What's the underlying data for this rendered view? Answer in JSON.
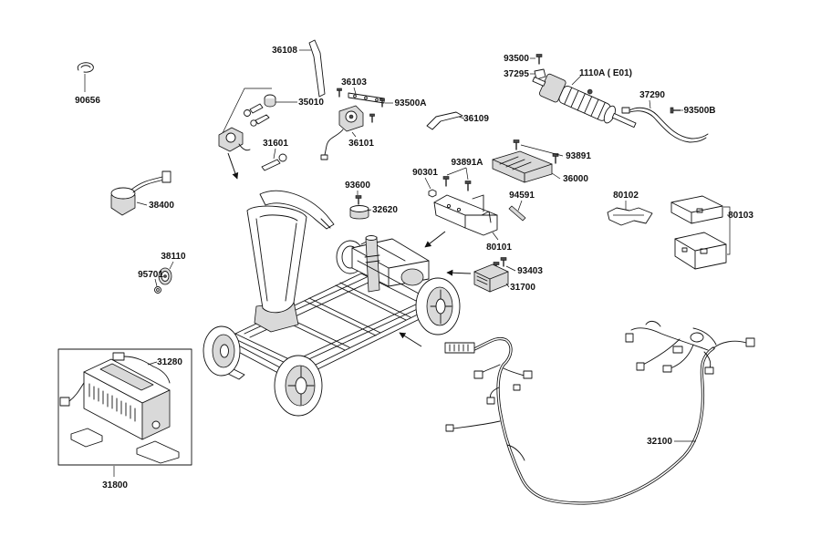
{
  "callouts": [
    "90656",
    "36108",
    "93500",
    "37295",
    "1110A ( E01)",
    "35010",
    "36103",
    "93500A",
    "36109",
    "37290",
    "93500B",
    "36101",
    "31601",
    "93891",
    "36000",
    "93891A",
    "90301",
    "93600",
    "32620",
    "38400",
    "94591",
    "80102",
    "80103",
    "80101",
    "38110",
    "95701",
    "93403",
    "31700",
    "31280",
    "32100",
    "31800"
  ],
  "colors": {
    "line": "#111111",
    "background": "#ffffff"
  }
}
